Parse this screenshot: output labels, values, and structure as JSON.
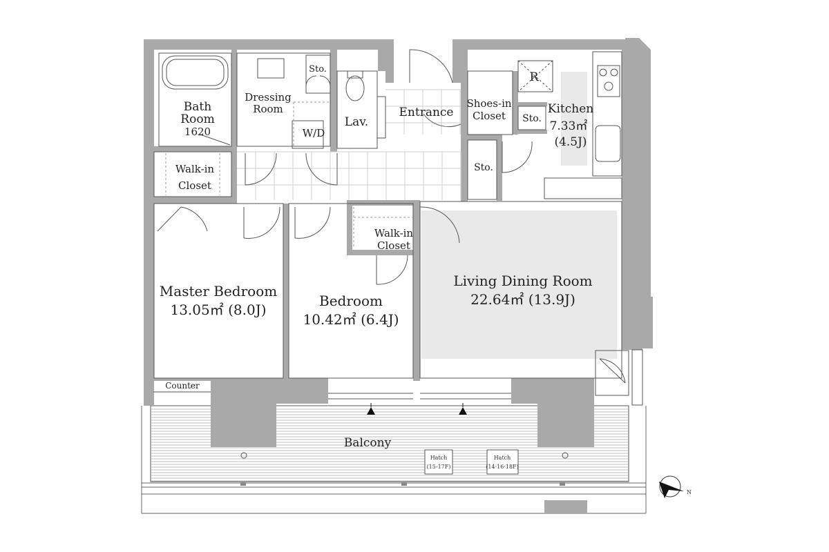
{
  "rooms": {
    "bath_title": "Bath",
    "bath_room": "Room",
    "bath_size": "1620",
    "dressing": "Dressing",
    "dressing_room": "Room",
    "sto_top": "Sto.",
    "wd": "W/D",
    "lav": "Lav.",
    "entrance": "Entrance",
    "shoes_in": "Shoes-in",
    "shoes_closet": "Closet",
    "refrigerator": "R",
    "sto_kitchen": "Sto.",
    "kitchen": "Kitchen",
    "kitchen_area": "7.33㎡",
    "kitchen_jo": "(4.5J)",
    "sto_hall": "Sto.",
    "walkin1_a": "Walk-in",
    "walkin1_b": "Closet",
    "walkin2_a": "Walk-in",
    "walkin2_b": "Closet",
    "master_name": "Master Bedroom",
    "master_area": "13.05㎡ (8.0J)",
    "bedroom_name": "Bedroom",
    "bedroom_area": "10.42㎡ (6.4J)",
    "ldr_name": "Living Dining Room",
    "ldr_area": "22.64㎡ (13.9J)",
    "counter": "Counter",
    "balcony": "Balcony",
    "hatch1": "Hatch",
    "hatch1_floors": "(15-17F)",
    "hatch2": "Hatch",
    "hatch2_floors": "(14·16·18F)",
    "north": "N"
  },
  "colors": {
    "wall": "#a9a9a9",
    "floor_shade": "#e9e9e9",
    "ink": "#222222"
  }
}
